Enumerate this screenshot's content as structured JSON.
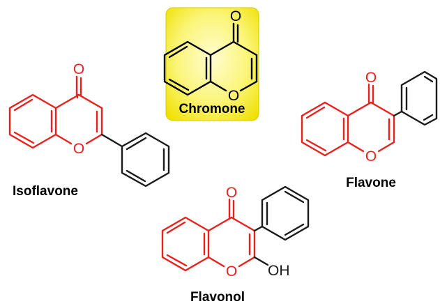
{
  "colors": {
    "core": "#e8211d",
    "substituent": "#1a1a1a",
    "highlight_inner": "#fffcb0",
    "highlight_outer": "#f3e600",
    "highlight_border": "#d7c400"
  },
  "molecules": [
    {
      "id": "chromone",
      "name": "Chromone",
      "oxygen_label": "O",
      "carbonyl_label": "O"
    },
    {
      "id": "isoflavone",
      "name": "Isoflavone",
      "oxygen_label": "O",
      "carbonyl_label": "O"
    },
    {
      "id": "flavone",
      "name": "Flavone",
      "oxygen_label": "O",
      "carbonyl_label": "O"
    },
    {
      "id": "flavonol",
      "name": "Flavonol",
      "oxygen_label": "O",
      "carbonyl_label": "O",
      "hydroxyl_label": "OH"
    }
  ]
}
